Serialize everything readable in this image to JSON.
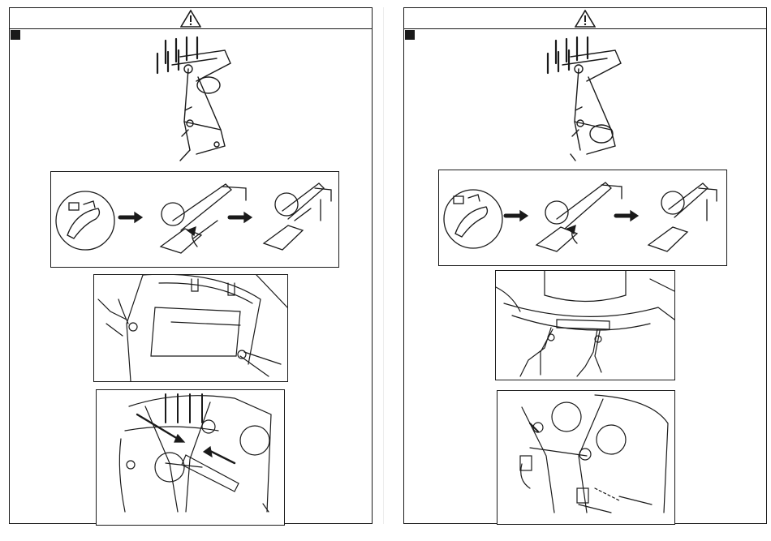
{
  "colors": {
    "line": "#1a1a1a",
    "page": "#ffffff"
  },
  "panels": [
    {
      "id": "left",
      "warning_icon": "warning-triangle-icon",
      "step_marker": "filled-square"
    },
    {
      "id": "right",
      "warning_icon": "warning-triangle-icon",
      "step_marker": "filled-square"
    }
  ]
}
